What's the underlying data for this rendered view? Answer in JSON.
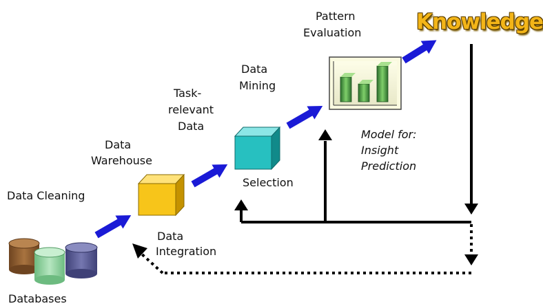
{
  "labels": {
    "databases": "Databases",
    "data_cleaning": "Data Cleaning",
    "data_integration_line1": "Data",
    "data_integration_line2": "Integration",
    "data_warehouse_line1": "Data",
    "data_warehouse_line2": "Warehouse",
    "task_relevant_line1": "Task-",
    "task_relevant_line2": "relevant",
    "task_relevant_line3": "Data",
    "selection": "Selection",
    "data_mining_line1": "Data",
    "data_mining_line2": "Mining",
    "pattern_eval_line1": "Pattern",
    "pattern_eval_line2": "Evaluation",
    "knowledge": "Knowledge",
    "model_line1": "Model for:",
    "model_line2": "Insight",
    "model_line3": "Prediction"
  },
  "colors": {
    "flow_arrow": "#1a1ad6",
    "feedback_arrow": "#000000",
    "warehouse_cube": "#f7c51a",
    "selection_cube": "#27c0c0",
    "db_brown": "#8a5a2e",
    "db_green": "#8fd19e",
    "db_purple": "#55578f",
    "knowledge_text": "#f3b518"
  }
}
